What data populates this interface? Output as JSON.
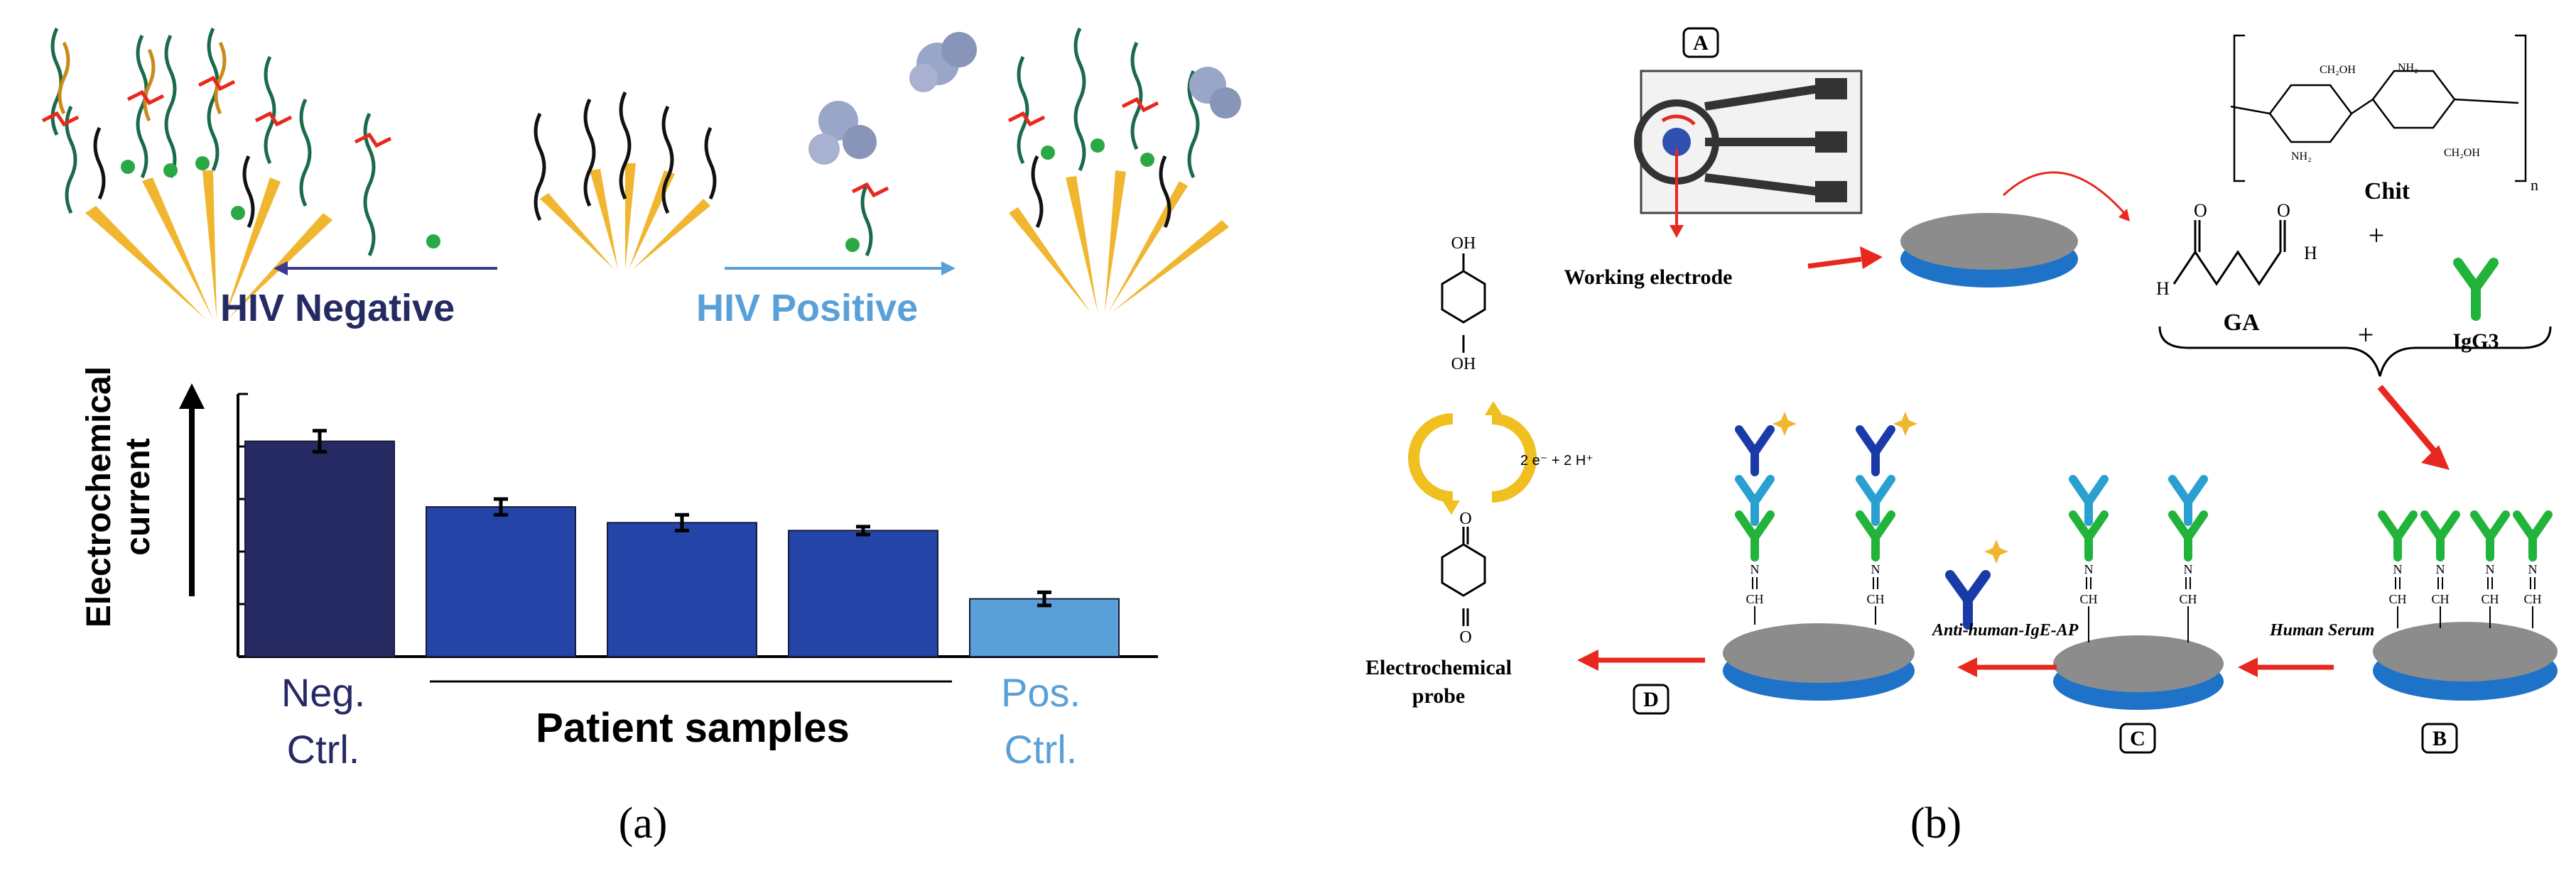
{
  "panel_a": {
    "hiv_negative": "HIV Negative",
    "hiv_positive": "HIV Positive",
    "ylabel_line1": "Electrochemical",
    "ylabel_line2": "current",
    "neg_ctrl_line1": "Neg.",
    "neg_ctrl_line2": "Ctrl.",
    "pos_ctrl_line1": "Pos.",
    "pos_ctrl_line2": "Ctrl.",
    "patient_samples": "Patient samples",
    "caption": "(a)"
  },
  "chart_data": {
    "type": "bar",
    "categories": [
      "Neg. Ctrl.",
      "Patient samples",
      "Patient samples",
      "Patient samples",
      "Pos. Ctrl."
    ],
    "values": [
      0.82,
      0.57,
      0.51,
      0.48,
      0.22
    ],
    "errors": [
      0.04,
      0.03,
      0.03,
      0.015,
      0.025
    ],
    "colors": [
      "#262a63",
      "#2444a8",
      "#2444a8",
      "#2444a8",
      "#5aa0d8"
    ],
    "ylabel": "Electrochemical current",
    "ylim": [
      0,
      1
    ]
  },
  "panel_b": {
    "label_a": "A",
    "label_b": "B",
    "label_c": "C",
    "label_d": "D",
    "working_electrode": "Working electrode",
    "chit": "Chit",
    "chit_n": "n",
    "ga": "GA",
    "igg3": "IgG3",
    "plus": "+",
    "reaction": "2 e⁻ + 2 H⁺",
    "oh": "OH",
    "o": "O",
    "h": "H",
    "ch2oh": "CH₂OH",
    "nh2": "NH₂",
    "human_serum": "Human Serum",
    "anti_human": "Anti-human-IgE-AP",
    "probe_line1": "Electrochemical",
    "probe_line2": "probe",
    "n_eq": "N",
    "ch": "CH",
    "caption": "(b)"
  },
  "colors": {
    "dark_navy": "#262a63",
    "mid_blue": "#2444a8",
    "light_blue": "#5aa0d8",
    "antibody_green": "#22b33a",
    "electrode_gray": "#8c8c8c",
    "electrode_blue": "#1e73c8",
    "arrow_red": "#e8281e",
    "gold": "#f0b630"
  }
}
